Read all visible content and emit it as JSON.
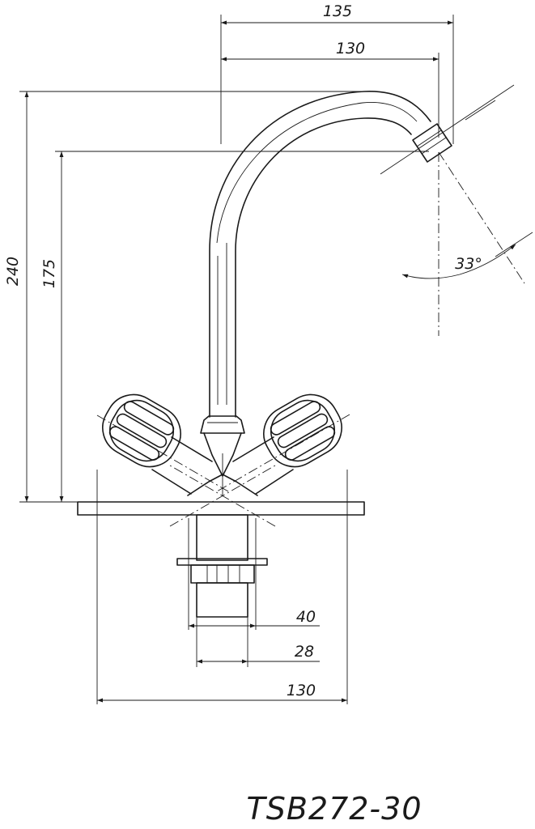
{
  "drawing": {
    "model": "TSB272-30",
    "dimensions": {
      "top_reach_outer": "135",
      "top_reach_inner": "130",
      "total_height": "240",
      "spout_height": "175",
      "spout_angle": "33°",
      "base_dia_40": "40",
      "base_dia_28": "28",
      "plate_width": "130"
    }
  }
}
